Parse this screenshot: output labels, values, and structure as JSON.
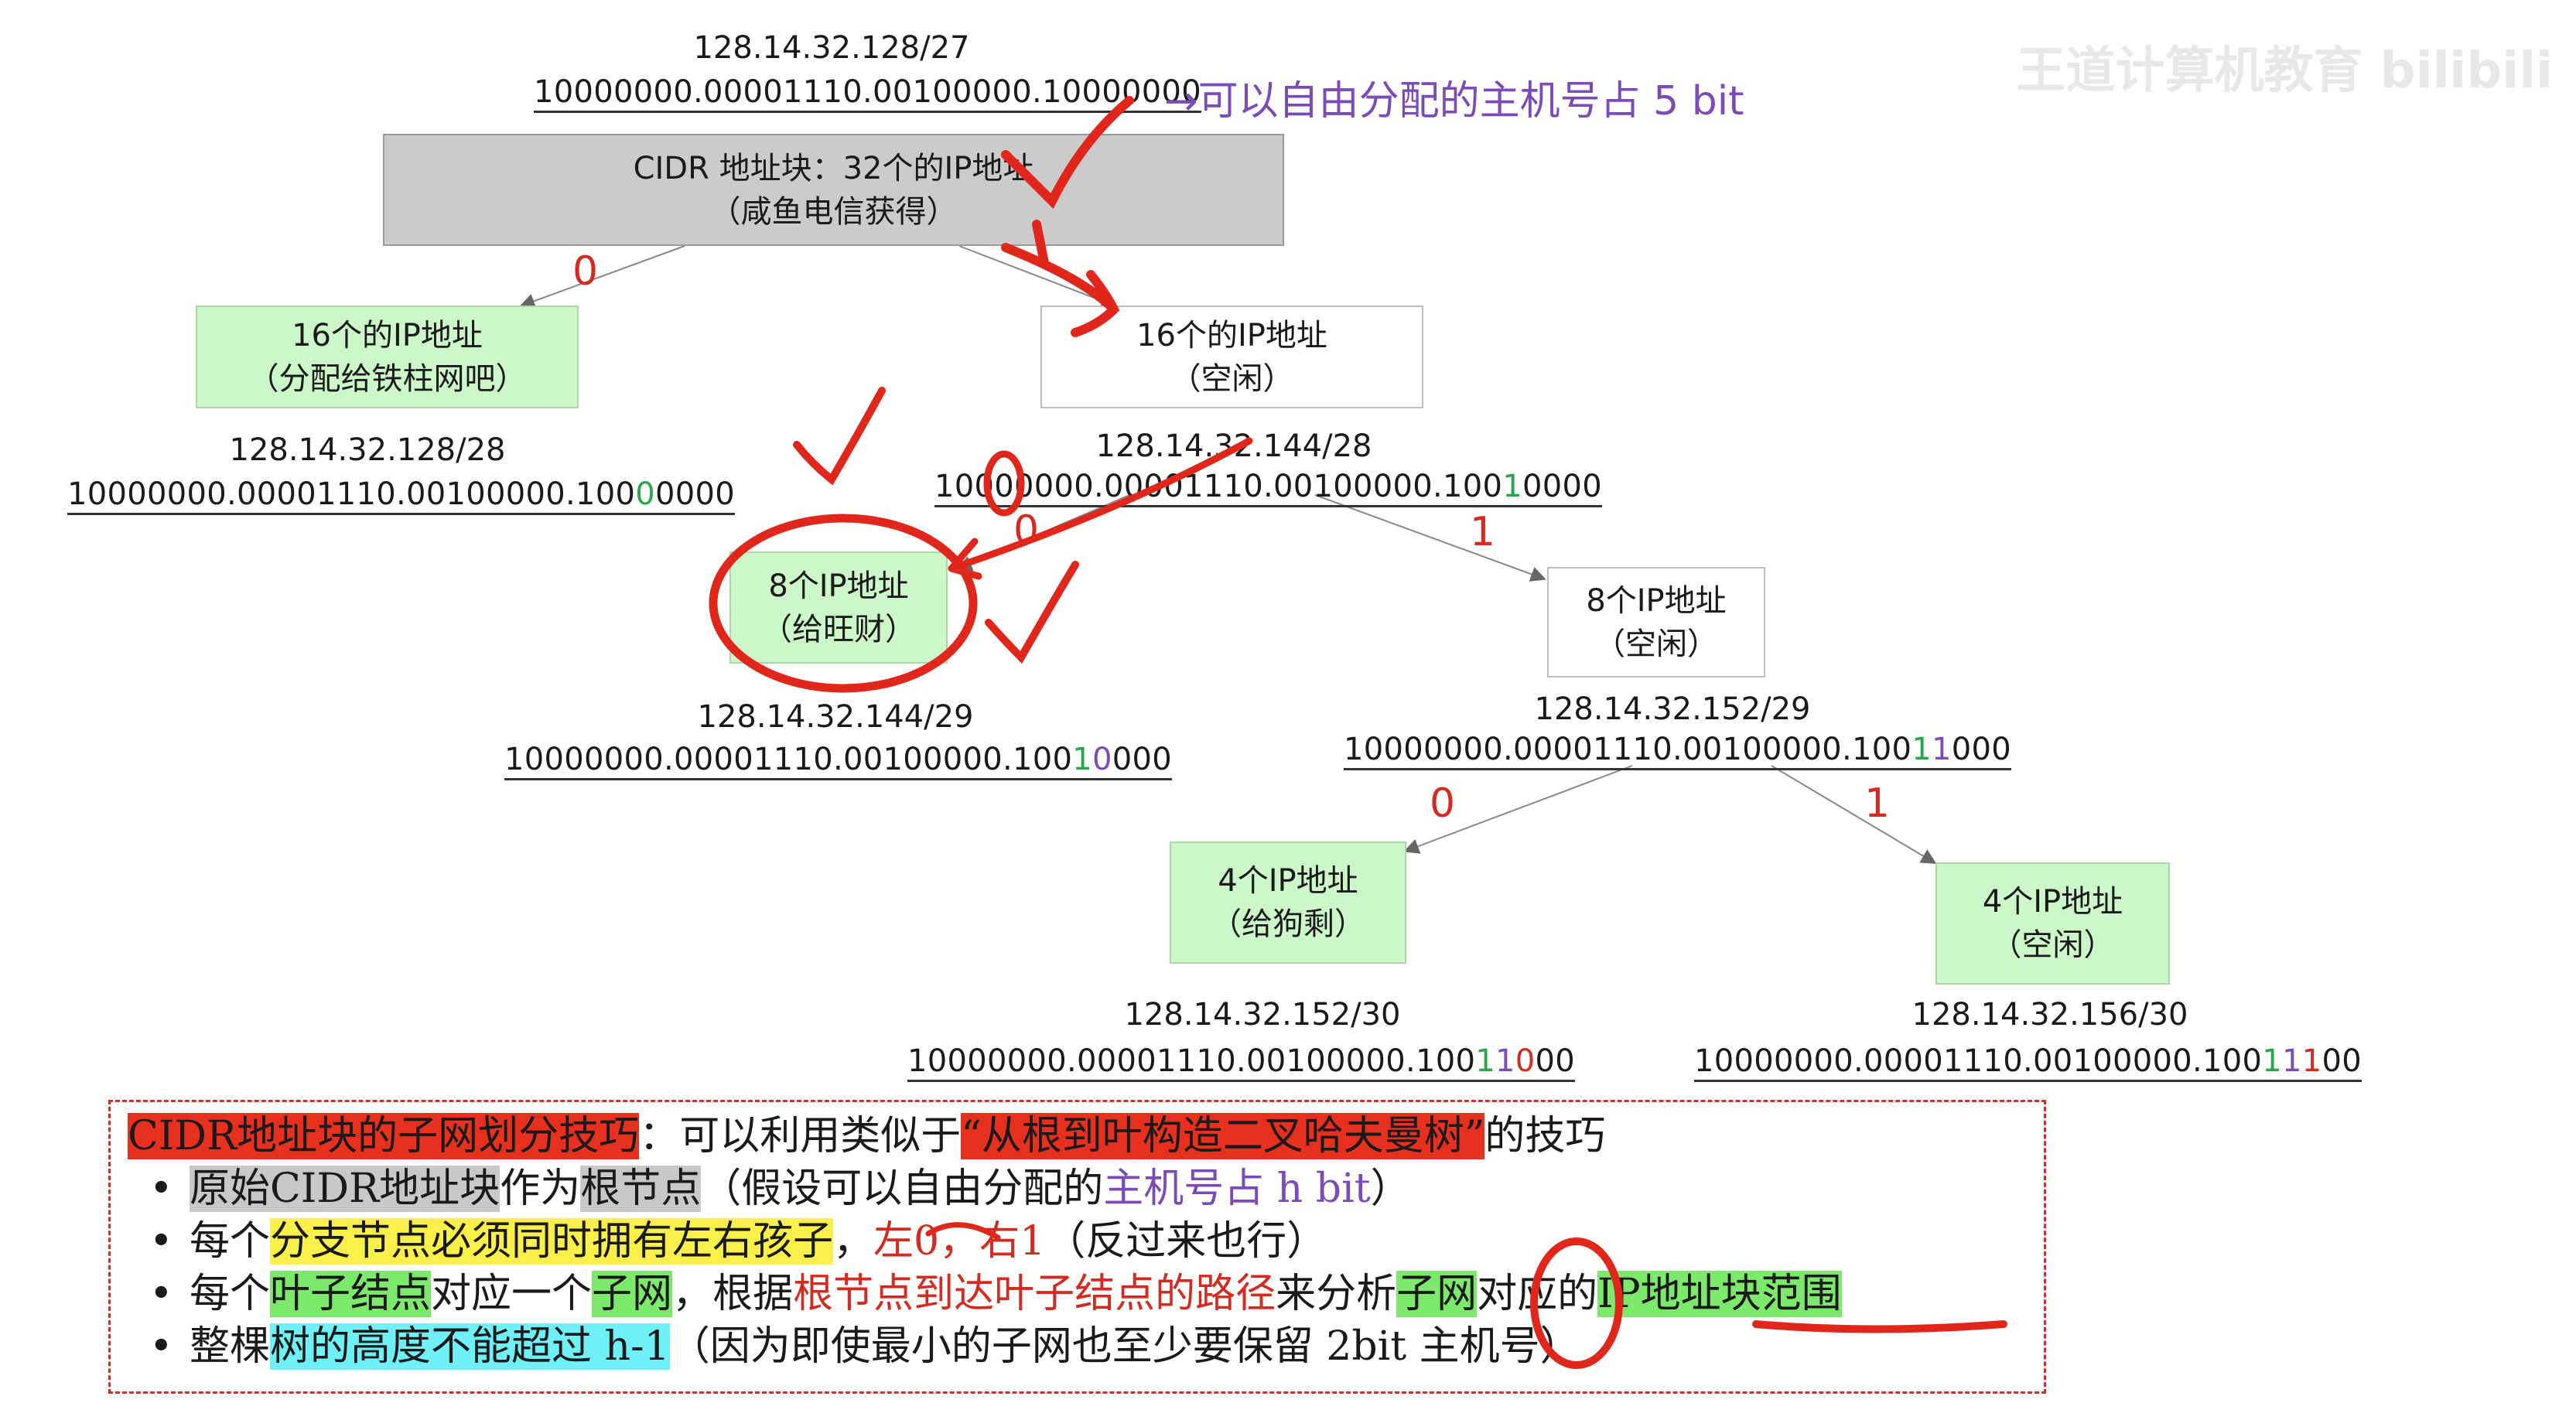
{
  "watermark": "王道计算机教育 bilibili",
  "top": {
    "ip": "128.14.32.128/27",
    "bin_main": "10000000.00001110.00100000.100",
    "bin_tail": "00000",
    "note_arrow": "→",
    "note_text": "可以自由分配的主机号占 5 bit"
  },
  "root": {
    "line1": "CIDR 地址块：32个的IP地址",
    "line2": "（咸鱼电信获得）"
  },
  "edges": {
    "zero": "0",
    "one": "1"
  },
  "left16": {
    "line1": "16个的IP地址",
    "line2": "（分配给铁柱网吧）",
    "ip": "128.14.32.128/28",
    "bin_a": "10000000.00001110.00100000.100",
    "bin_b": "0",
    "bin_c": "0000"
  },
  "right16": {
    "line1": "16个的IP地址",
    "line2": "（空闲）",
    "ip": "128.14.32.144/28",
    "bin_a": "10000000.00001110.00100000.100",
    "bin_b": "1",
    "bin_c": "0000"
  },
  "left8": {
    "line1": "8个IP地址",
    "line2": "（给旺财）",
    "ip": "128.14.32.144/29",
    "bin_a": "10000000.00001110.00100000.100",
    "bin_b": "1",
    "bin_c": "0",
    "bin_d": "000"
  },
  "right8": {
    "line1": "8个IP地址",
    "line2": "（空闲）",
    "ip": "128.14.32.152/29",
    "bin_a": "10000000.00001110.00100000.100",
    "bin_b": "1",
    "bin_c": "1",
    "bin_d": "000"
  },
  "left4": {
    "line1": "4个IP地址",
    "line2": "（给狗剩）",
    "ip": "128.14.32.152/30",
    "bin_a": "10000000.00001110.00100000.100",
    "bin_b": "1",
    "bin_c": "1",
    "bin_d": "0",
    "bin_e": "00"
  },
  "right4": {
    "line1": "4个IP地址",
    "line2": "（空闲）",
    "ip": "128.14.32.156/30",
    "bin_a": "10000000.00001110.00100000.100",
    "bin_b": "1",
    "bin_c": "1",
    "bin_d": "1",
    "bin_e": "00"
  },
  "summary": {
    "title": "CIDR地址块的子网划分技巧",
    "title_colon": "：可以利用类似于",
    "title_quote": "“从根到叶构造二叉哈夫曼树”",
    "title_end": "的技巧",
    "b1_a": "原始CIDR地址块",
    "b1_b": "作为",
    "b1_c": "根节点",
    "b1_d": "（假设可以自由分配的",
    "b1_e": "主机号占 h bit",
    "b1_f": "）",
    "b2_a": "每个",
    "b2_b": "分支节点必须同时拥有左右孩子",
    "b2_c": "，",
    "b2_d": "左0，右1",
    "b2_e": "（反过来也行）",
    "b3_a": "每个",
    "b3_b": "叶子结点",
    "b3_c": "对应一个",
    "b3_d": "子网",
    "b3_e": "，根据",
    "b3_f": "根节点到达叶子结点的路径",
    "b3_g": "来分析",
    "b3_h": "子网",
    "b3_i": "对应的",
    "b3_j": "IP地址块范围",
    "b4_a": "整棵",
    "b4_b": "树的高度不能超过 h-1",
    "b4_c": "（因为即使最小的子网也至少要保留 2bit 主机号）",
    "bullet": "•"
  }
}
